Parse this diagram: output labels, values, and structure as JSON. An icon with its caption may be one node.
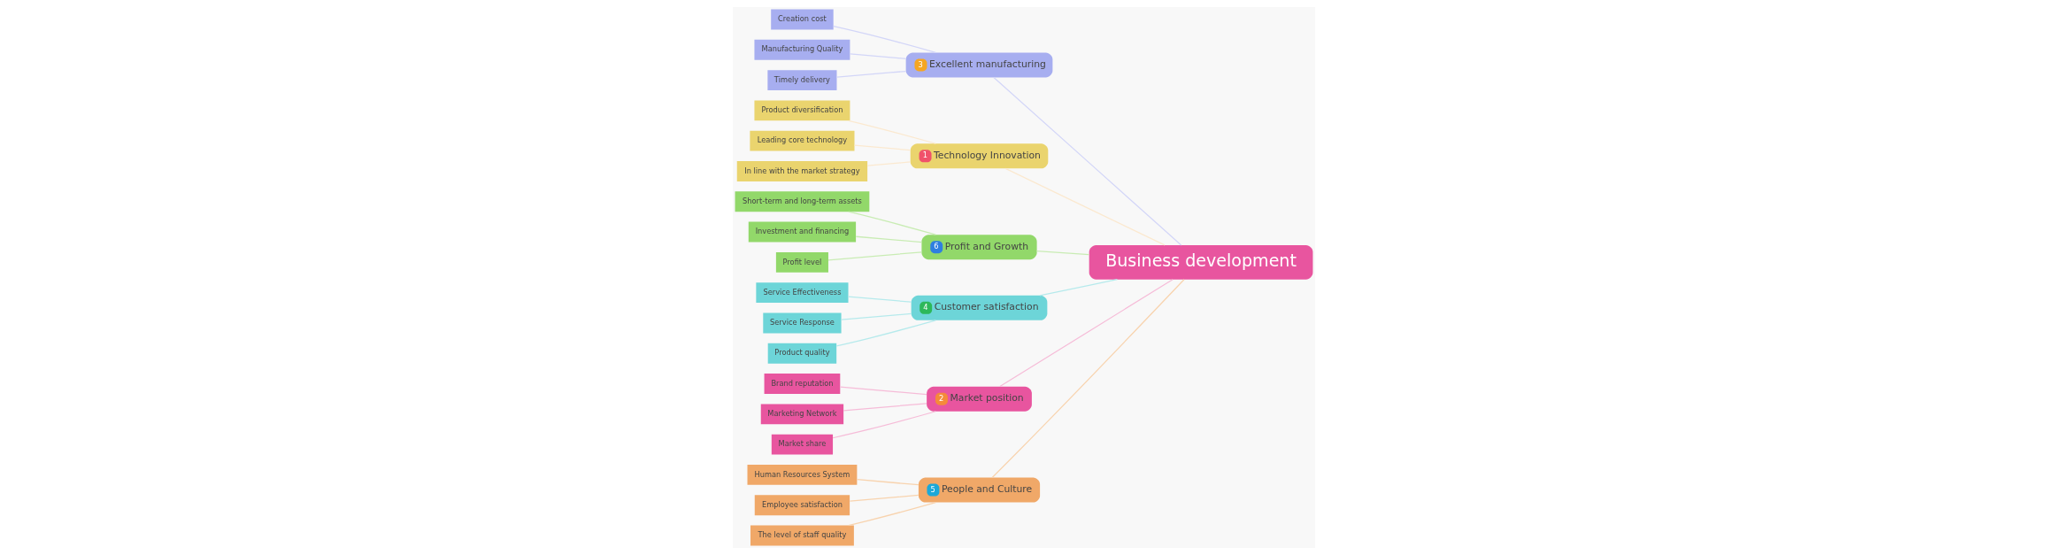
{
  "diagram": {
    "nodes": [
      {
        "text": [
          "5",
          "People and Culture"
        ]
      },
      {
        "text": [
          "Human Resources System"
        ]
      },
      {
        "text": [
          "Employee satisfaction"
        ]
      },
      {
        "text": [
          "The level of staff quality"
        ]
      },
      {
        "text": [
          "3",
          "Excellent manufacturing"
        ]
      },
      {
        "text": [
          "Creation cost"
        ]
      },
      {
        "text": [
          "Manufacturing Quality"
        ]
      },
      {
        "text": [
          "Timely delivery"
        ]
      },
      {
        "text": [
          "1",
          "Technology Innovation"
        ]
      },
      {
        "text": [
          "Product diversification"
        ]
      },
      {
        "text": [
          "Leading core technology"
        ]
      },
      {
        "text": [
          "In line with the market strategy"
        ]
      },
      {
        "text": [
          "Business development"
        ]
      },
      {
        "text": [
          "Short-term and long-term assets"
        ]
      },
      {
        "text": [
          "Investment and financing"
        ]
      },
      {
        "text": [
          "Profit level"
        ]
      },
      {
        "text": [
          "6",
          "Profit and Growth"
        ]
      },
      {
        "text": [
          "Service Effectiveness"
        ]
      },
      {
        "text": [
          "Service Response"
        ]
      },
      {
        "text": [
          "Product quality"
        ]
      },
      {
        "text": [
          "4",
          "Customer satisfaction"
        ]
      },
      {
        "text": [
          "Brand reputation"
        ]
      },
      {
        "text": [
          "Marketing Network"
        ]
      },
      {
        "text": [
          "Market share"
        ]
      },
      {
        "text": [
          "2",
          "Market position"
        ]
      }
    ],
    "edges": [
      {
        "from": 1,
        "to": 0,
        "arrow": "none",
        "color": "#f8d3ae"
      },
      {
        "from": 2,
        "to": 0,
        "arrow": "none",
        "color": "#f8d3ae"
      },
      {
        "from": 3,
        "to": 0,
        "arrow": "none",
        "color": "#f8d3ae"
      },
      {
        "from": 0,
        "to": 12,
        "arrow": "none",
        "color": "#f8d3ae"
      },
      {
        "from": 5,
        "to": 4,
        "arrow": "none",
        "color": "#d3d6f8"
      },
      {
        "from": 6,
        "to": 4,
        "arrow": "none",
        "color": "#d3d6f8"
      },
      {
        "from": 7,
        "to": 4,
        "arrow": "none",
        "color": "#d3d6f8"
      },
      {
        "from": 4,
        "to": 12,
        "arrow": "none",
        "color": "#d3d6f8"
      },
      {
        "from": 9,
        "to": 8,
        "arrow": "none",
        "color": "#fbe9d0"
      },
      {
        "from": 10,
        "to": 8,
        "arrow": "none",
        "color": "#fbe9d0"
      },
      {
        "from": 11,
        "to": 8,
        "arrow": "none",
        "color": "#fbe9d0"
      },
      {
        "from": 8,
        "to": 12,
        "arrow": "none",
        "color": "#fbe9d0"
      },
      {
        "from": 13,
        "to": 16,
        "arrow": "none",
        "color": "#c9ecb4"
      },
      {
        "from": 14,
        "to": 16,
        "arrow": "none",
        "color": "#c9ecb4"
      },
      {
        "from": 15,
        "to": 16,
        "arrow": "none",
        "color": "#c9ecb4"
      },
      {
        "from": 16,
        "to": 12,
        "arrow": "none",
        "color": "#c9ecb4"
      },
      {
        "from": 17,
        "to": 20,
        "arrow": "none",
        "color": "#b6eaec"
      },
      {
        "from": 18,
        "to": 20,
        "arrow": "none",
        "color": "#b6eaec"
      },
      {
        "from": 19,
        "to": 20,
        "arrow": "none",
        "color": "#b6eaec"
      },
      {
        "from": 20,
        "to": 12,
        "arrow": "none",
        "color": "#b6eaec"
      },
      {
        "from": 21,
        "to": 24,
        "arrow": "none",
        "color": "#f6bcd8"
      },
      {
        "from": 22,
        "to": 24,
        "arrow": "none",
        "color": "#f6bcd8"
      },
      {
        "from": 23,
        "to": 24,
        "arrow": "none",
        "color": "#f6bcd8"
      },
      {
        "from": 24,
        "to": 12,
        "arrow": "none",
        "color": "#f6bcd8"
      }
    ]
  }
}
